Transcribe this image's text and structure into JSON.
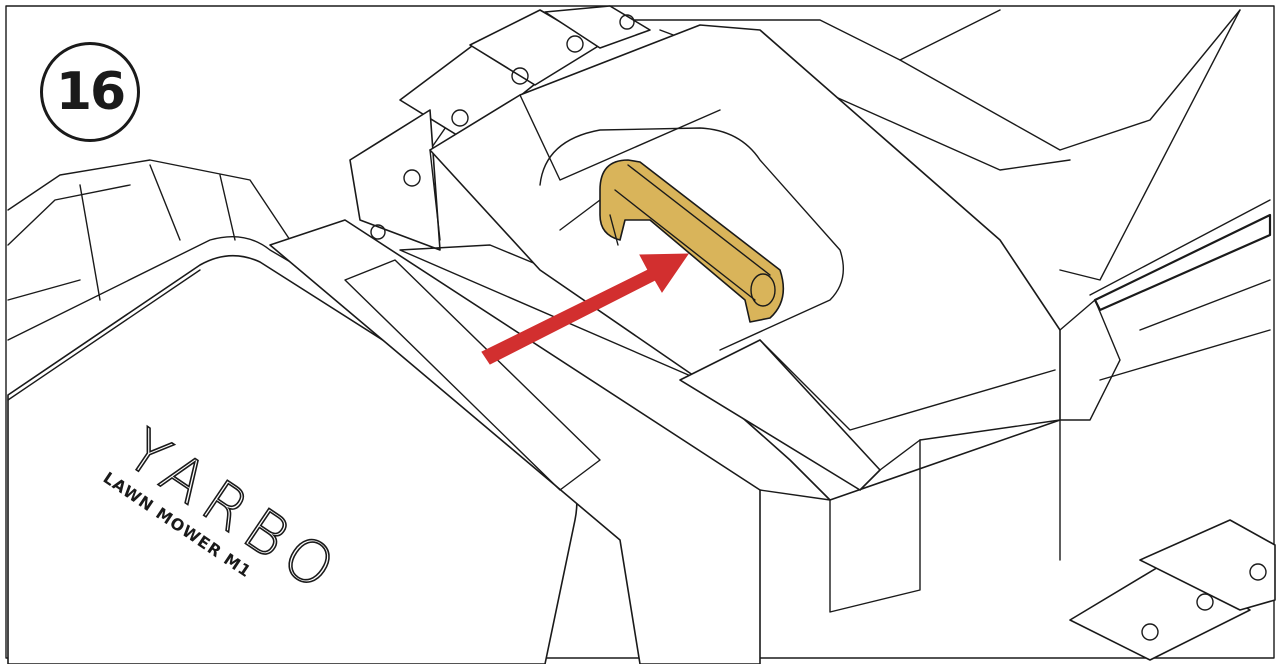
{
  "step": {
    "number": "16"
  },
  "product": {
    "brand": "YARBO",
    "model": "LAWN MOWER M1"
  },
  "colors": {
    "handle": "#D9B45A",
    "arrow": "#D22F2F",
    "outline": "#1A1A1A",
    "background": "#FFFFFF"
  },
  "icons": {
    "indicator": "arrow-right-icon"
  }
}
